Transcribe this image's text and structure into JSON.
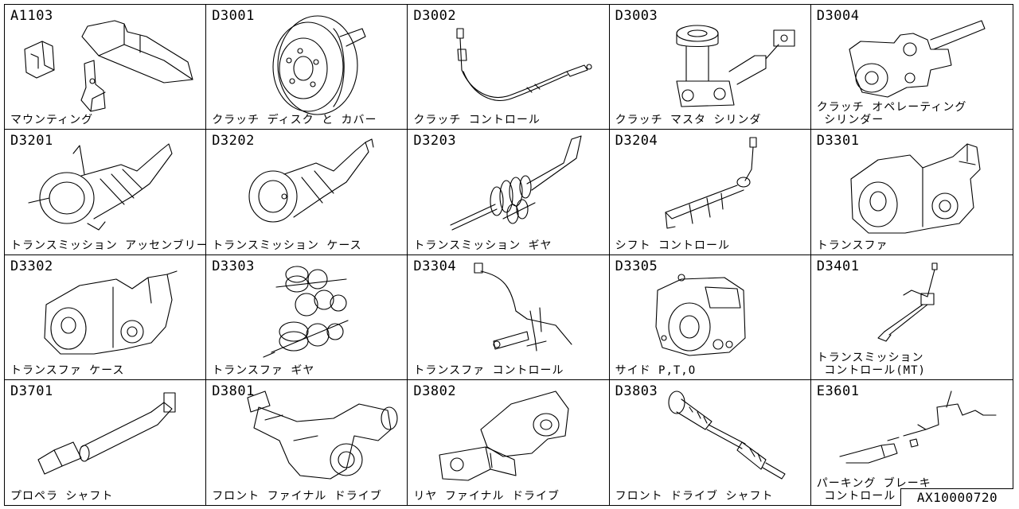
{
  "diagram_id": "AX10000720",
  "cells": [
    {
      "code": "A1103",
      "title": "マウンティング",
      "icon": "mounting-bracket-icon"
    },
    {
      "code": "D3001",
      "title": "クラッチ ディスク と カバー",
      "icon": "clutch-disc-icon"
    },
    {
      "code": "D3002",
      "title": "クラッチ コントロール",
      "icon": "clutch-cable-icon"
    },
    {
      "code": "D3003",
      "title": "クラッチ マスタ シリンダ",
      "icon": "master-cylinder-icon"
    },
    {
      "code": "D3004",
      "title": "クラッチ オペレーティング\n シリンダー",
      "icon": "operating-cylinder-icon"
    },
    {
      "code": "D3201",
      "title": "トランスミッション アッセンブリー",
      "icon": "transmission-assembly-icon"
    },
    {
      "code": "D3202",
      "title": "トランスミッション ケース",
      "icon": "transmission-case-icon"
    },
    {
      "code": "D3203",
      "title": "トランスミッション ギヤ",
      "icon": "transmission-gear-icon"
    },
    {
      "code": "D3204",
      "title": "シフト コントロール",
      "icon": "shift-control-icon"
    },
    {
      "code": "D3301",
      "title": "トランスファ",
      "icon": "transfer-icon"
    },
    {
      "code": "D3302",
      "title": "トランスファ ケース",
      "icon": "transfer-case-icon"
    },
    {
      "code": "D3303",
      "title": "トランスファ ギヤ",
      "icon": "transfer-gear-icon"
    },
    {
      "code": "D3304",
      "title": "トランスファ コントロール",
      "icon": "transfer-control-icon"
    },
    {
      "code": "D3305",
      "title": "サイド P,T,O",
      "icon": "side-pto-icon"
    },
    {
      "code": "D3401",
      "title": "トランスミッション\n コントロール(MT)",
      "icon": "transmission-control-mt-icon"
    },
    {
      "code": "D3701",
      "title": "プロペラ シャフト",
      "icon": "propeller-shaft-icon"
    },
    {
      "code": "D3801",
      "title": "フロント ファイナル ドライブ",
      "icon": "front-final-drive-icon"
    },
    {
      "code": "D3802",
      "title": "リヤ ファイナル ドライブ",
      "icon": "rear-final-drive-icon"
    },
    {
      "code": "D3803",
      "title": "フロント ドライブ シャフト",
      "icon": "front-drive-shaft-icon"
    },
    {
      "code": "E3601",
      "title": "パーキング ブレーキ\n コントロール",
      "icon": "parking-brake-icon"
    }
  ]
}
